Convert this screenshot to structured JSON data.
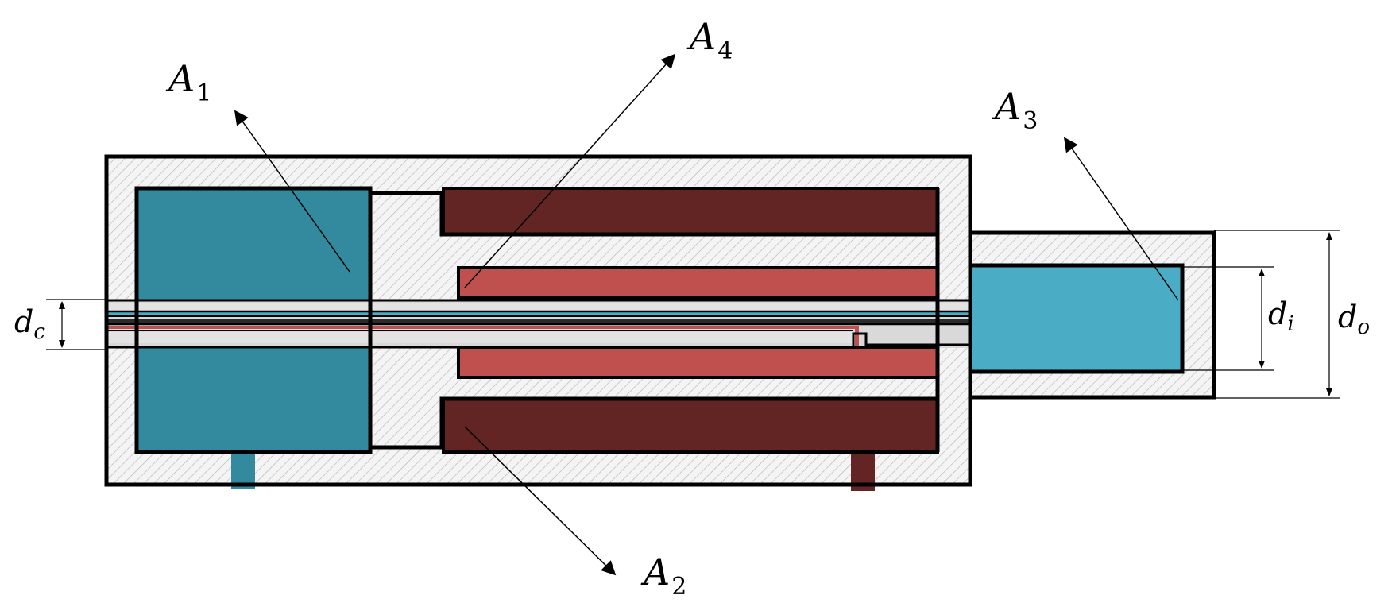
{
  "labels": {
    "a1": {
      "base": "A",
      "sub": "1"
    },
    "a2": {
      "base": "A",
      "sub": "2"
    },
    "a3": {
      "base": "A",
      "sub": "3"
    },
    "a4": {
      "base": "A",
      "sub": "4"
    }
  },
  "dimensions": {
    "dc": {
      "base": "d",
      "sub": "c"
    },
    "di": {
      "base": "d",
      "sub": "i"
    },
    "do": {
      "base": "d",
      "sub": "o"
    }
  },
  "colors": {
    "teal": "#338a9e",
    "light_blue": "#4bacc6",
    "dark_red": "#632424",
    "salmon": "#c0504d",
    "casing": "#f3f3f3",
    "tube": "#d9d9d9",
    "outline": "#000000"
  }
}
